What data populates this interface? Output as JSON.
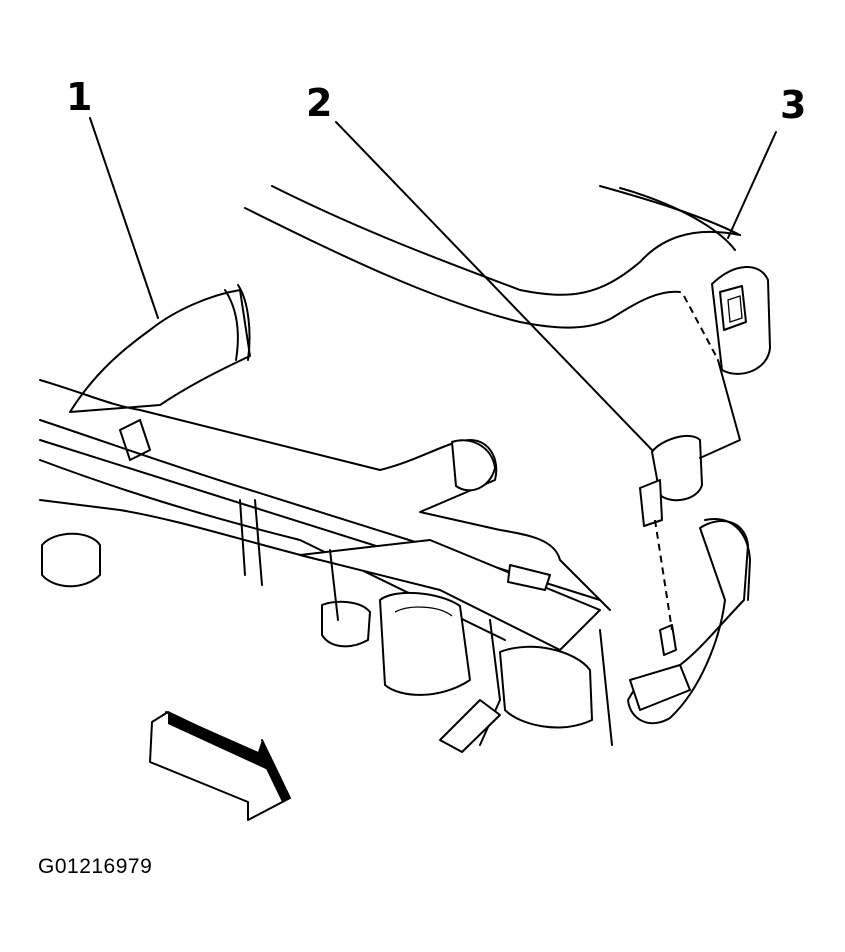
{
  "diagram": {
    "callouts": [
      {
        "label": "1",
        "part": "left-duct"
      },
      {
        "label": "2",
        "part": "outlet-fastener"
      },
      {
        "label": "3",
        "part": "right-outlet"
      }
    ],
    "figure_id": "G01216979",
    "arrow": "front-direction-arrow"
  }
}
